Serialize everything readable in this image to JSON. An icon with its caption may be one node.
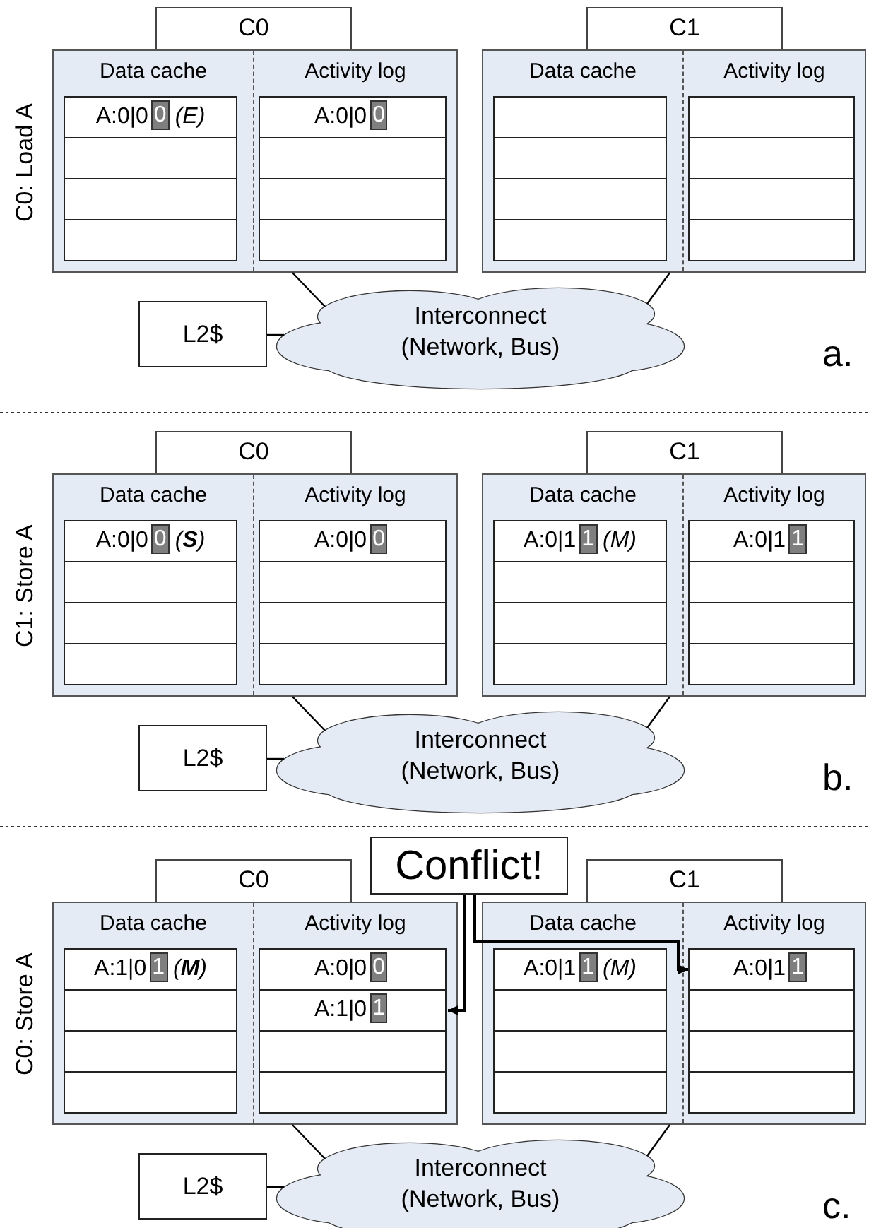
{
  "diagram": {
    "nodes": [
      {
        "text": [
          "C0"
        ]
      },
      {
        "text": [],
        "shape": "box"
      },
      {
        "text": [
          "Data cache"
        ],
        "in": 1
      },
      {
        "text": [
          "A:0|0",
          "0",
          "(E)"
        ],
        "in": 2
      },
      {
        "text": [],
        "shape": "box",
        "in": 2
      },
      {
        "text": [],
        "shape": "box",
        "in": 2
      },
      {
        "text": [],
        "shape": "box",
        "in": 2
      },
      {
        "text": [
          "Activity log"
        ],
        "in": 1
      },
      {
        "text": [
          "A:0|0",
          "0"
        ],
        "in": 7
      },
      {
        "text": [],
        "shape": "box",
        "in": 7
      },
      {
        "text": [],
        "shape": "box",
        "in": 7
      },
      {
        "text": [],
        "shape": "box",
        "in": 7
      },
      {
        "text": [
          "C1"
        ]
      },
      {
        "text": [],
        "shape": "box"
      },
      {
        "text": [
          "Data cache"
        ],
        "in": 13
      },
      {
        "text": [],
        "shape": "box",
        "in": 14
      },
      {
        "text": [],
        "shape": "box",
        "in": 14
      },
      {
        "text": [],
        "shape": "box",
        "in": 14
      },
      {
        "text": [],
        "shape": "box",
        "in": 14
      },
      {
        "text": [
          "Activity log"
        ],
        "in": 13
      },
      {
        "text": [],
        "shape": "box",
        "in": 19
      },
      {
        "text": [],
        "shape": "box",
        "in": 19
      },
      {
        "text": [],
        "shape": "box",
        "in": 19
      },
      {
        "text": [],
        "shape": "box",
        "in": 19
      },
      {
        "text": [
          "L2$"
        ]
      },
      {
        "text": [
          "Interconnect (Network, Bus)"
        ]
      },
      {
        "text": [
          "C0"
        ]
      },
      {
        "text": [],
        "shape": "box"
      },
      {
        "text": [
          "Data cache"
        ],
        "in": 27
      },
      {
        "text": [
          "A:0|0",
          "0",
          "(**S**)"
        ],
        "in": 28
      },
      {
        "text": [],
        "shape": "box",
        "in": 28
      },
      {
        "text": [],
        "shape": "box",
        "in": 28
      },
      {
        "text": [],
        "shape": "box",
        "in": 28
      },
      {
        "text": [
          "Activity log"
        ],
        "in": 27
      },
      {
        "text": [
          "A:0|0",
          "0"
        ],
        "in": 33
      },
      {
        "text": [],
        "shape": "box",
        "in": 33
      },
      {
        "text": [],
        "shape": "box",
        "in": 33
      },
      {
        "text": [],
        "shape": "box",
        "in": 33
      },
      {
        "text": [
          "C1"
        ]
      },
      {
        "text": [],
        "shape": "box"
      },
      {
        "text": [
          "Data cache"
        ],
        "in": 39
      },
      {
        "text": [
          "A:0|1",
          "1",
          "(M)"
        ],
        "in": 40
      },
      {
        "text": [],
        "shape": "box",
        "in": 40
      },
      {
        "text": [],
        "shape": "box",
        "in": 40
      },
      {
        "text": [],
        "shape": "box",
        "in": 40
      },
      {
        "text": [
          "Activity log"
        ],
        "in": 39
      },
      {
        "text": [
          "A:0|1",
          "1"
        ],
        "in": 45
      },
      {
        "text": [],
        "shape": "box",
        "in": 45
      },
      {
        "text": [],
        "shape": "box",
        "in": 45
      },
      {
        "text": [],
        "shape": "box",
        "in": 45
      },
      {
        "text": [
          "L2$"
        ]
      },
      {
        "text": [
          "Interconnect (Network, Bus)"
        ]
      },
      {
        "text": [
          "C0"
        ]
      },
      {
        "text": [],
        "shape": "box"
      },
      {
        "text": [
          "Data cache"
        ],
        "in": 53
      },
      {
        "text": [
          "A:1|0",
          "1",
          "(**M**)"
        ],
        "in": 54
      },
      {
        "text": [],
        "shape": "box",
        "in": 54
      },
      {
        "text": [],
        "shape": "box",
        "in": 54
      },
      {
        "text": [],
        "shape": "box",
        "in": 54
      },
      {
        "text": [
          "Activity log"
        ],
        "in": 53
      },
      {
        "text": [
          "A:0|0",
          "0"
        ],
        "in": 59
      },
      {
        "text": [
          "A:1|0",
          "1"
        ],
        "in": 59
      },
      {
        "text": [],
        "shape": "box",
        "in": 59
      },
      {
        "text": [],
        "shape": "box",
        "in": 59
      },
      {
        "text": [
          "C1"
        ]
      },
      {
        "text": [],
        "shape": "box"
      },
      {
        "text": [
          "Data cache"
        ],
        "in": 65
      },
      {
        "text": [
          "A:0|1",
          "1",
          "(M)"
        ],
        "in": 66
      },
      {
        "text": [],
        "shape": "box",
        "in": 66
      },
      {
        "text": [],
        "shape": "box",
        "in": 66
      },
      {
        "text": [],
        "shape": "box",
        "in": 66
      },
      {
        "text": [
          "Activity log"
        ],
        "in": 65
      },
      {
        "text": [
          "A:0|1",
          "1"
        ],
        "in": 71
      },
      {
        "text": [],
        "shape": "box",
        "in": 71
      },
      {
        "text": [],
        "shape": "box",
        "in": 71
      },
      {
        "text": [],
        "shape": "box",
        "in": 71
      },
      {
        "text": [
          "L2$"
        ]
      },
      {
        "text": [
          "Interconnect (Network, Bus)"
        ]
      },
      {
        "text": [
          "Conflict!"
        ]
      }
    ],
    "edges": [
      {
        "from": 1,
        "to": 25,
        "arrow": "none"
      },
      {
        "from": 13,
        "to": 25,
        "arrow": "none"
      },
      {
        "from": 24,
        "to": 25,
        "arrow": "none"
      },
      {
        "from": 27,
        "to": 51,
        "arrow": "none"
      },
      {
        "from": 39,
        "to": 51,
        "arrow": "none"
      },
      {
        "from": 50,
        "to": 51,
        "arrow": "none"
      },
      {
        "from": 53,
        "to": 77,
        "arrow": "none"
      },
      {
        "from": 65,
        "to": 77,
        "arrow": "none"
      },
      {
        "from": 76,
        "to": 77,
        "arrow": "none"
      },
      {
        "from": 78,
        "to": 61,
        "arrow": "to"
      },
      {
        "from": 78,
        "to": 72,
        "arrow": "to"
      }
    ],
    "labels": [
      "C0: Load A",
      "a.",
      "C1: Store A",
      "b.",
      "C0: Store A",
      "c."
    ]
  }
}
